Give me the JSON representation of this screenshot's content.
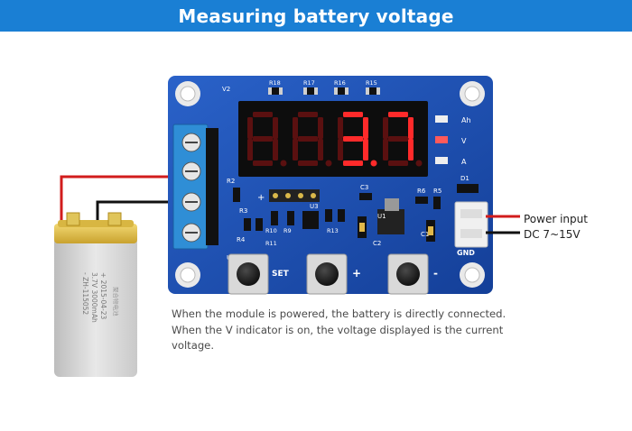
{
  "title": "Measuring battery voltage",
  "labels": {
    "power_input": "Power input",
    "power_range": "DC 7~15V"
  },
  "board": {
    "display_digits": [
      "8",
      "8",
      "3.",
      "7"
    ],
    "indicators": [
      "Ah",
      "V",
      "A"
    ],
    "buttons": [
      "SET",
      "+",
      "-"
    ],
    "silk": {
      "v2": "V2",
      "r18": "R18",
      "r17": "R17",
      "r16": "R16",
      "r15": "R15",
      "r2": "R2",
      "r3": "R3",
      "r4": "R4",
      "r10": "R10",
      "r11": "R11",
      "r9": "R9",
      "r13": "R13",
      "r6": "R6",
      "r5": "R5",
      "u3": "U3",
      "u2": "U2",
      "u1": "U1",
      "c3": "C3",
      "c2": "C2",
      "c1": "C1",
      "d1": "D1",
      "gnd": "GND",
      "plus": "+"
    }
  },
  "battery": {
    "line1": "- ZH-115052",
    "line2": "3.7V 3000mAh",
    "line3": "+ 2015-04-23",
    "line4": "聚合物电池"
  },
  "caption": {
    "line1": "When the module is powered, the battery is directly connected.",
    "line2": "When the V indicator is on, the voltage displayed is the current",
    "line3": "voltage."
  },
  "colors": {
    "banner": "#1a7fd4",
    "pcb": "#1d4fb3",
    "digit_on": "#ff2a2a",
    "digit_off": "#5a1010",
    "wire_red": "#d21c1c",
    "battery_label": "#dcdcdc",
    "battery_gold": "#e3c24c"
  }
}
